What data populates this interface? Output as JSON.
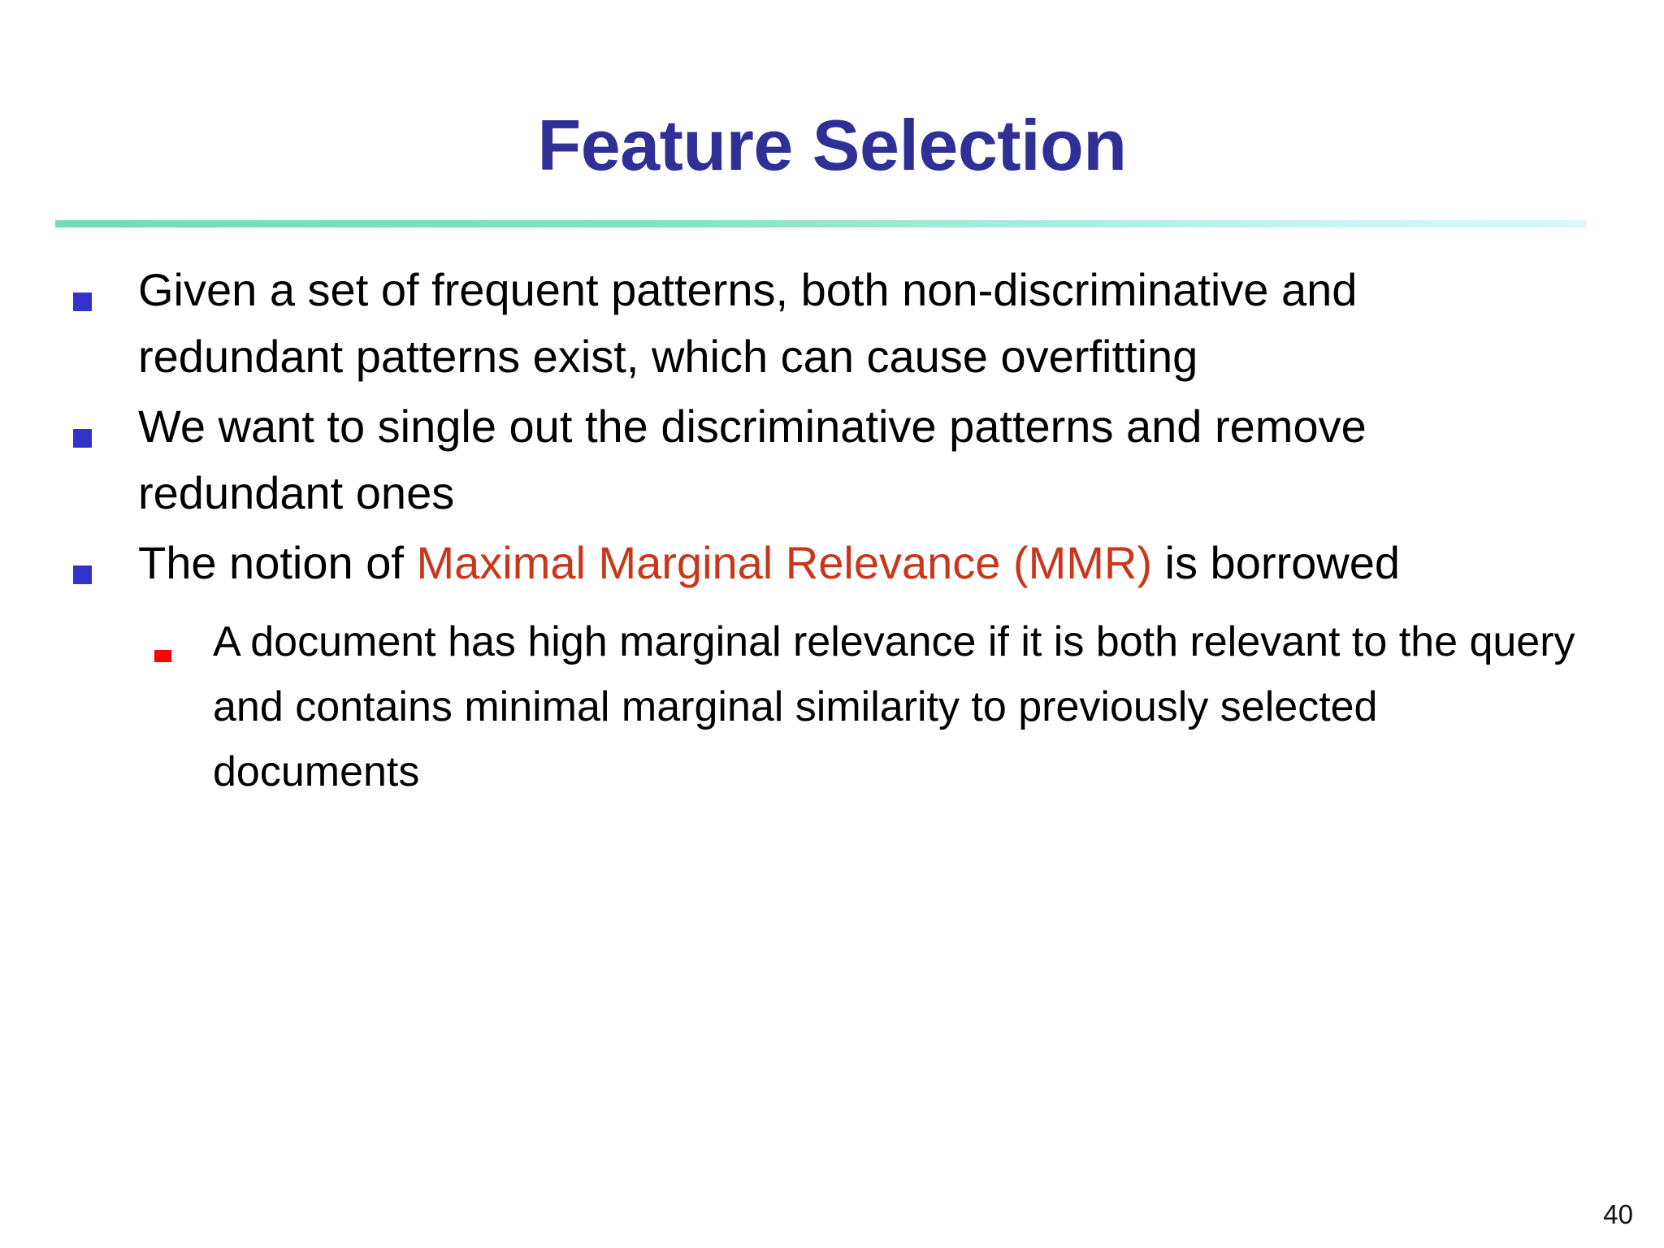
{
  "slide": {
    "title": "Feature Selection",
    "page_number": "40",
    "colors": {
      "title": "#2F2F96",
      "rule_start": "#6FDFB4",
      "rule_end": "#D4F9F8",
      "bullet_level1": "#3333CC",
      "bullet_level2": "#FF0000",
      "accent_text": "#C8361B",
      "body_text": "#000000",
      "background": "#FFFFFF"
    },
    "bullets": [
      {
        "level": 1,
        "text": "Given a set of frequent patterns, both non-discriminative and redundant patterns exist, which can cause overfitting"
      },
      {
        "level": 1,
        "text": "We want to single out the discriminative patterns and remove redundant ones"
      },
      {
        "level": 1,
        "text_before": "The notion of ",
        "accent": "Maximal Marginal Relevance (MMR)",
        "text_after": " is borrowed"
      },
      {
        "level": 2,
        "text": "A document has high marginal relevance if it is both relevant to the query and contains minimal marginal similarity to previously selected documents"
      }
    ]
  }
}
